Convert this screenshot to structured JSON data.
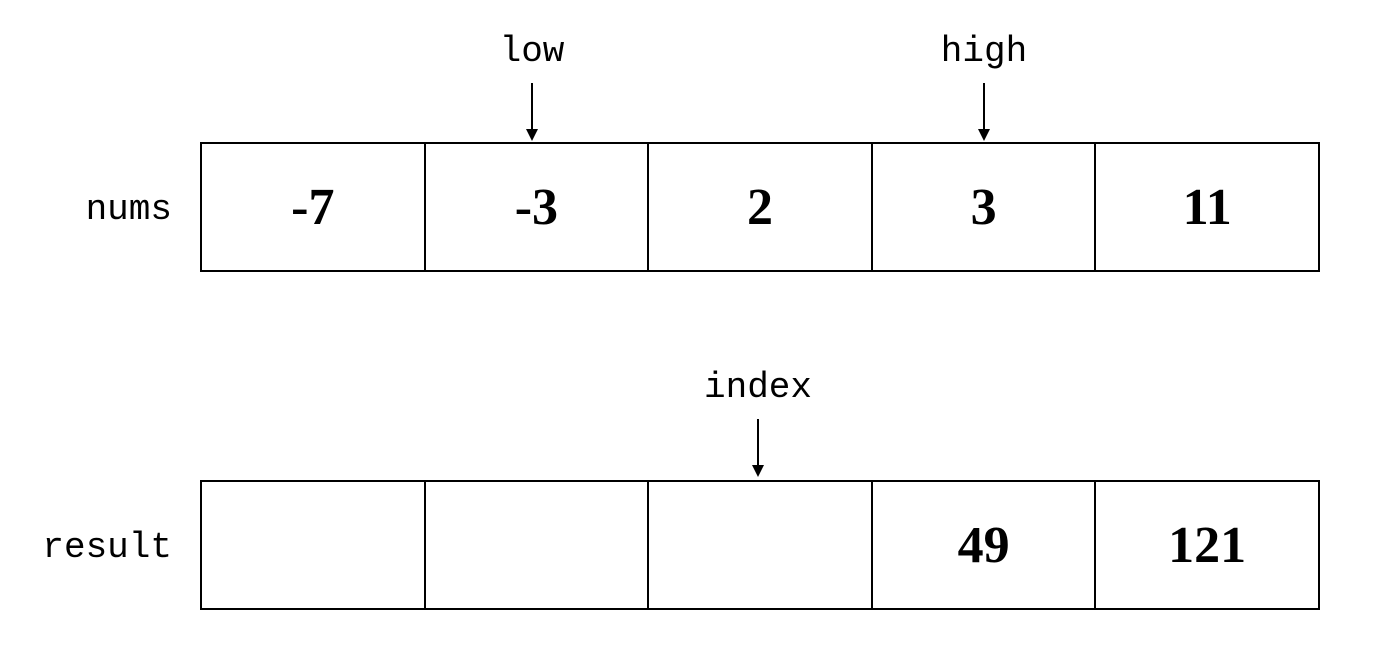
{
  "rows": {
    "nums": {
      "label": "nums",
      "cells": [
        "-7",
        "-3",
        "2",
        "3",
        "11"
      ]
    },
    "result": {
      "label": "result",
      "cells": [
        "",
        "",
        "",
        "49",
        "121"
      ]
    }
  },
  "pointers": {
    "low": {
      "label": "low",
      "target_row": "nums",
      "target_index": 1
    },
    "high": {
      "label": "high",
      "target_row": "nums",
      "target_index": 3
    },
    "index": {
      "label": "index",
      "target_row": "result",
      "target_index": 2
    }
  }
}
